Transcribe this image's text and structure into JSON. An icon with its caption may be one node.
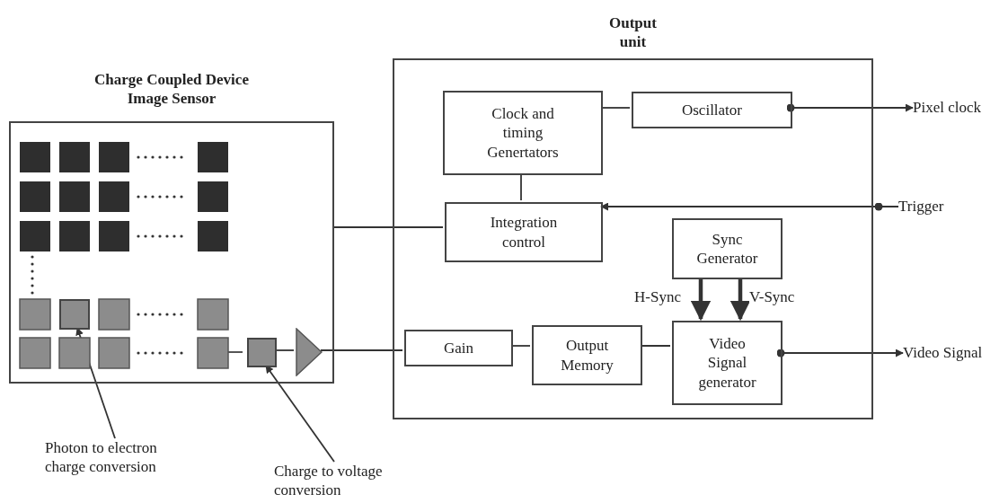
{
  "diagram": {
    "nodes": [
      {
        "text": [
          "Charge Coupled Device Image Sensor"
        ]
      },
      {
        "text": [],
        "shape": "box",
        "in": 0
      },
      {
        "text": [],
        "shape": "box",
        "in": 0
      },
      {
        "text": [],
        "shape": "triangle",
        "in": 0
      },
      {
        "text": [
          "Output unit"
        ]
      },
      {
        "text": [
          "Clock and timing Genertators"
        ],
        "in": 4
      },
      {
        "text": [
          "Oscillator"
        ],
        "in": 4
      },
      {
        "text": [
          "Integration control"
        ],
        "in": 4
      },
      {
        "text": [
          "Sync Generator"
        ],
        "in": 4
      },
      {
        "text": [
          "Gain"
        ],
        "in": 4
      },
      {
        "text": [
          "Output Memory"
        ],
        "in": 4
      },
      {
        "text": [
          "Video Signal generator"
        ],
        "in": 4
      },
      {
        "text": [
          "Pixel clock"
        ]
      },
      {
        "text": [
          "Trigger"
        ]
      },
      {
        "text": [
          "Video Signal"
        ]
      },
      {
        "text": [
          "Photon to electron charge conversion"
        ]
      },
      {
        "text": [
          "Charge to voltage conversion"
        ]
      }
    ],
    "edges": [
      {
        "from": 0,
        "to": 7,
        "arrow": "none"
      },
      {
        "from": 3,
        "to": 9,
        "arrow": "none"
      },
      {
        "from": 2,
        "to": 3,
        "arrow": "none"
      },
      {
        "from": 5,
        "to": 6,
        "arrow": "none"
      },
      {
        "from": 5,
        "to": 7,
        "arrow": "none"
      },
      {
        "from": 6,
        "to": 12,
        "arrow": "to"
      },
      {
        "from": 13,
        "to": 7,
        "arrow": "to"
      },
      {
        "from": 8,
        "to": 11,
        "arrow": "to",
        "label": "H-Sync",
        "style": "thick"
      },
      {
        "from": 8,
        "to": 11,
        "arrow": "to",
        "label": "V-Sync",
        "style": "thick"
      },
      {
        "from": 9,
        "to": 10,
        "arrow": "none"
      },
      {
        "from": 10,
        "to": 11,
        "arrow": "none"
      },
      {
        "from": 11,
        "to": 14,
        "arrow": "to"
      },
      {
        "from": 15,
        "to": 1,
        "arrow": "to"
      },
      {
        "from": 16,
        "to": 2,
        "arrow": "to"
      }
    ]
  }
}
